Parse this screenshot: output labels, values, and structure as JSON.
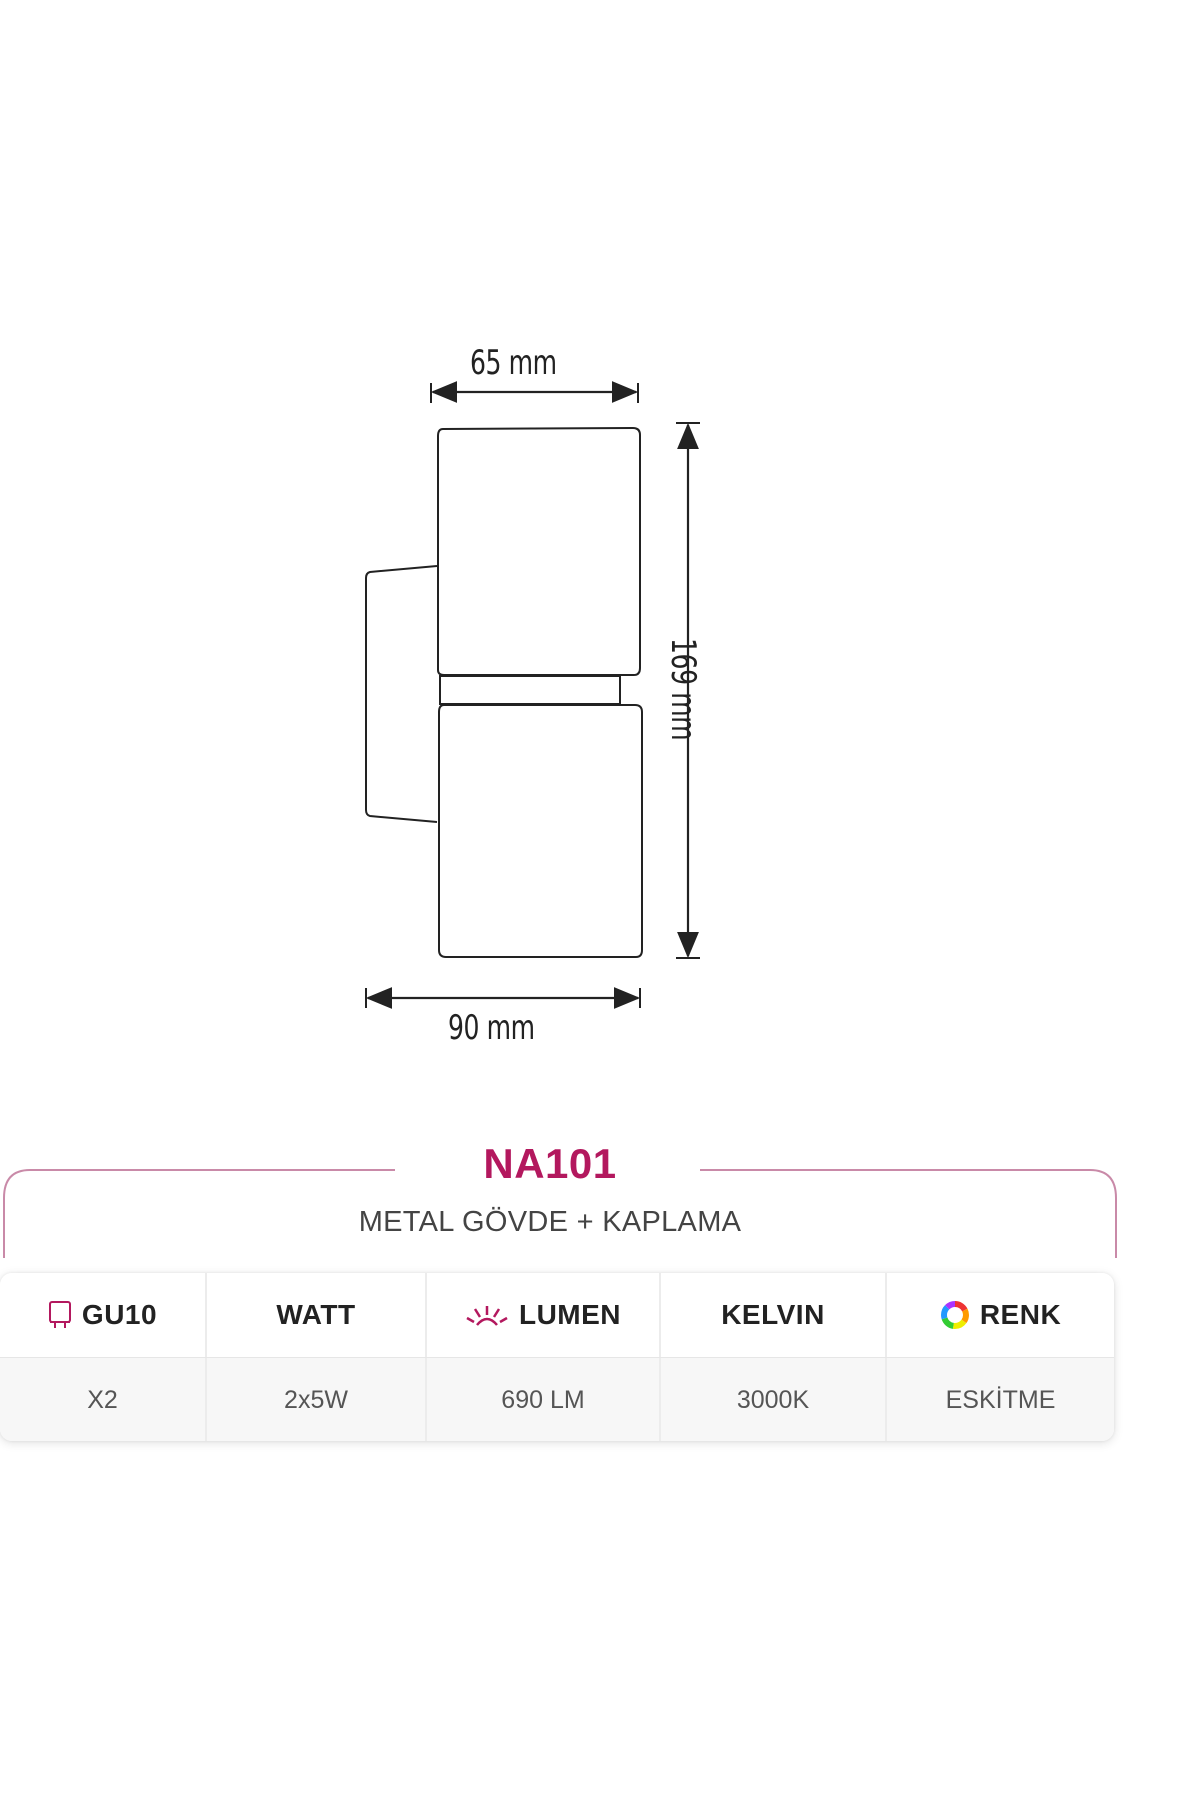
{
  "dimensions": {
    "width_top": "65 mm",
    "height": "169 mm",
    "width_bottom": "90 mm"
  },
  "product": {
    "model": "NA101",
    "material": "METAL GÖVDE + KAPLAMA"
  },
  "specs": {
    "headers": [
      {
        "label": "GU10",
        "icon": "bulb-socket-icon"
      },
      {
        "label": "WATT",
        "icon": ""
      },
      {
        "label": "LUMEN",
        "icon": "light-rays-icon"
      },
      {
        "label": "KELVIN",
        "icon": ""
      },
      {
        "label": "RENK",
        "icon": "color-ring-icon"
      }
    ],
    "values": [
      "X2",
      "2x5W",
      "690 LM",
      "3000K",
      "ESKİTME"
    ]
  },
  "colors": {
    "accent": "#b3185e",
    "frame_line": "#c98aa8"
  }
}
